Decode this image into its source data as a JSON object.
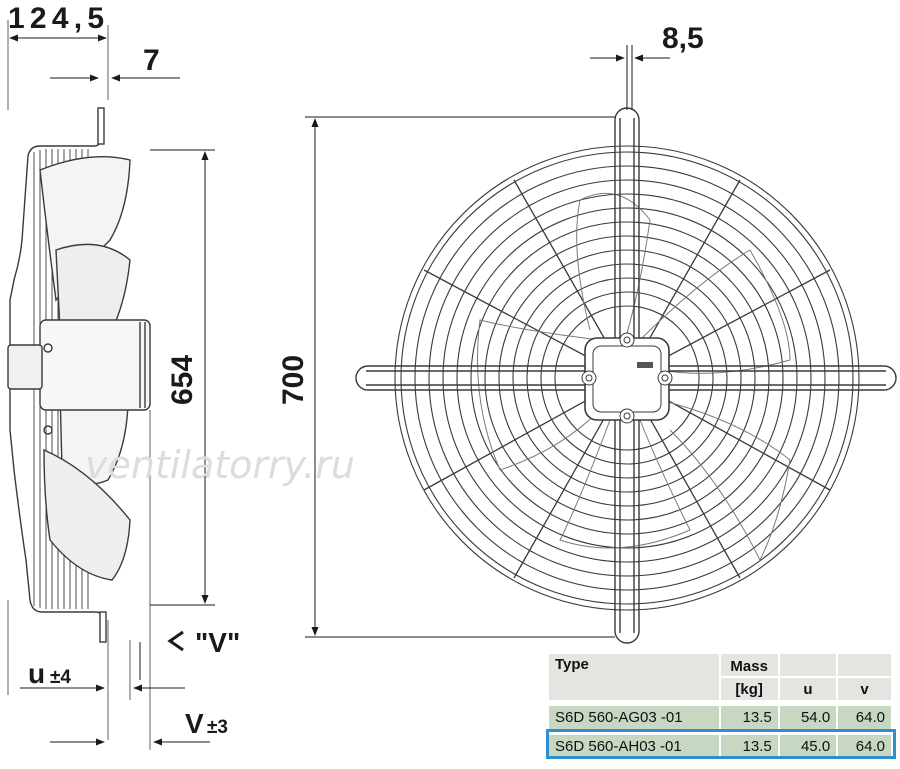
{
  "dimensions": {
    "side_depth": "124,5",
    "bracket_thickness": "7",
    "front_thickness": "8,5",
    "side_height": "654",
    "front_height": "700",
    "view_marker": "\"V\"",
    "u_label": "u",
    "u_tol": "±4",
    "v_label": "V",
    "v_tol": "±3"
  },
  "watermark": "ventilatorry.ru",
  "table": {
    "headers": {
      "type": "Type",
      "mass": "Mass",
      "mass_unit": "[kg]",
      "u": "u",
      "v": "v"
    },
    "rows": [
      {
        "type": "S6D  560-AG03  -01",
        "mass": "13.5",
        "u": "54.0",
        "v": "64.0"
      },
      {
        "type": "S6D  560-AH03  -01",
        "mass": "13.5",
        "u": "45.0",
        "v": "64.0"
      }
    ]
  },
  "colors": {
    "line": "#3a3a3a",
    "row_fill": "#c7d7c2",
    "highlight": "#2d8ed0"
  }
}
